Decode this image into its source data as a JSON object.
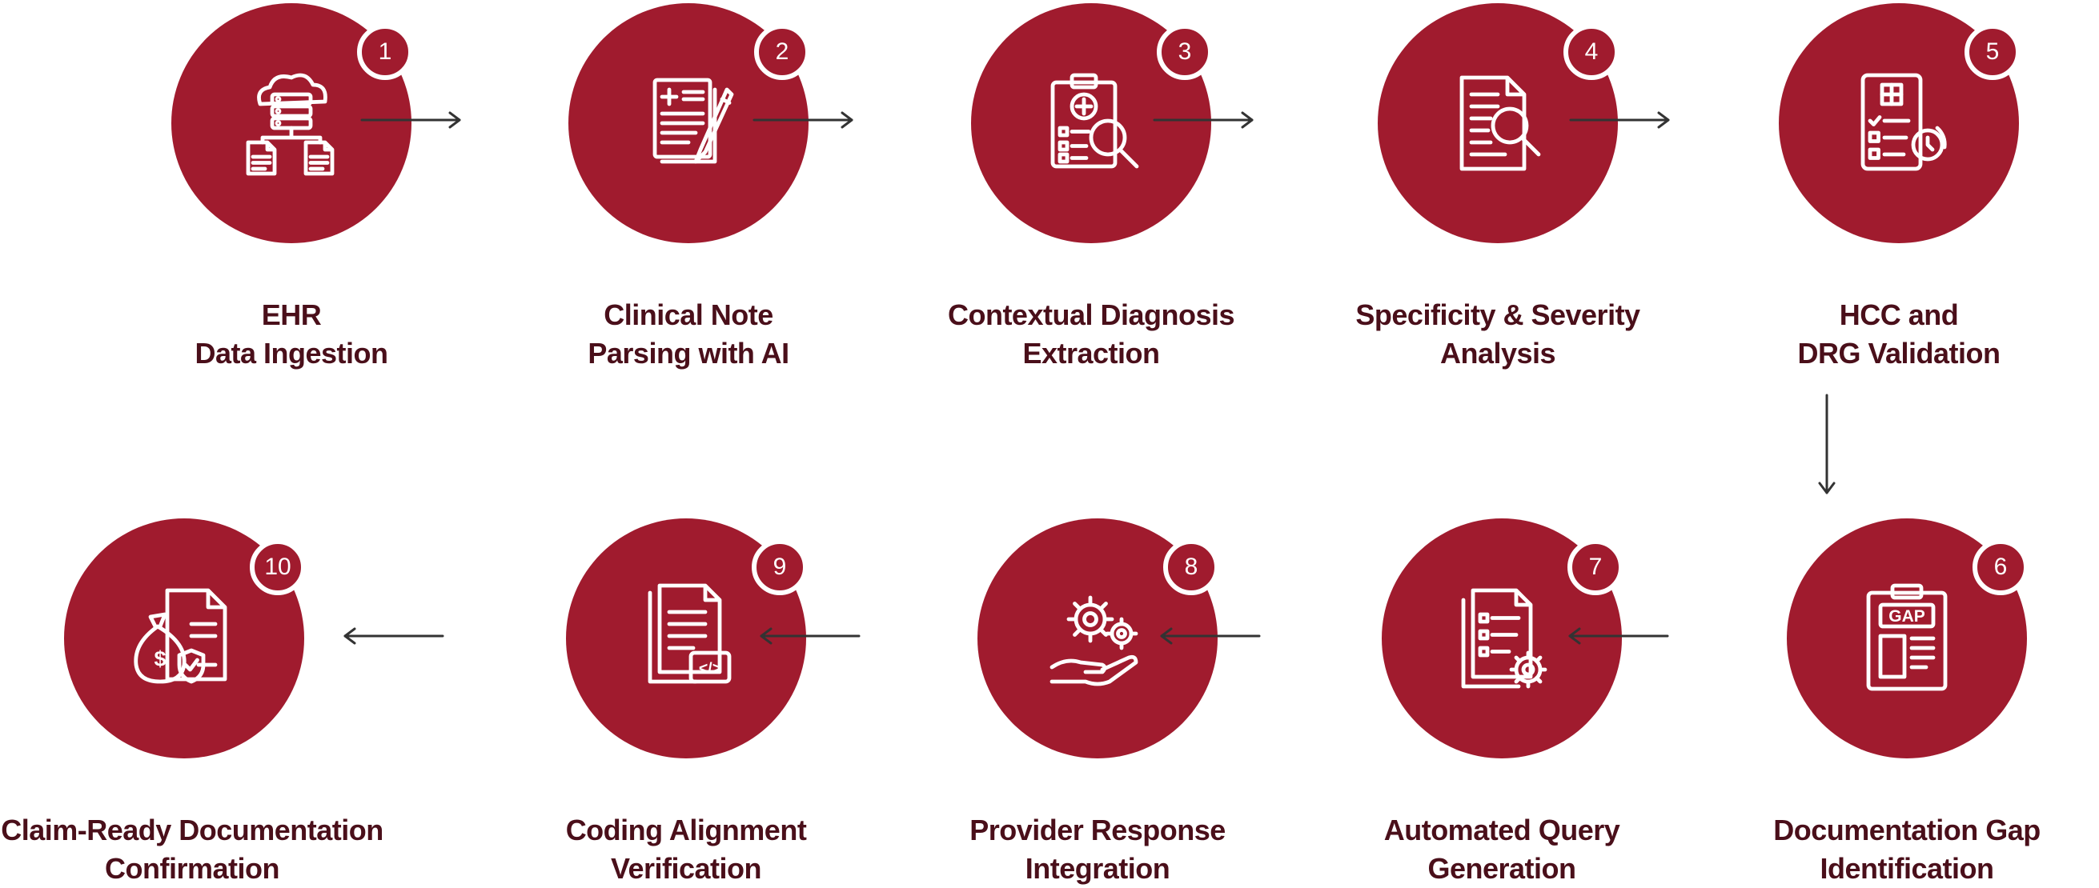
{
  "steps": [
    {
      "number": "1",
      "label_lines": [
        "EHR",
        "Data Ingestion"
      ],
      "icon": "cloud-server-documents-icon"
    },
    {
      "number": "2",
      "label_lines": [
        "Clinical Note",
        "Parsing with AI"
      ],
      "icon": "medical-notes-pen-icon"
    },
    {
      "number": "3",
      "label_lines": [
        "Contextual Diagnosis",
        "Extraction"
      ],
      "icon": "clipboard-magnifier-icon"
    },
    {
      "number": "4",
      "label_lines": [
        "Specificity & Severity",
        "Analysis"
      ],
      "icon": "document-magnifier-icon"
    },
    {
      "number": "5",
      "label_lines": [
        "HCC and",
        "DRG Validation"
      ],
      "icon": "medical-checklist-clock-icon"
    },
    {
      "number": "6",
      "label_lines": [
        "Documentation Gap",
        "Identification"
      ],
      "icon": "gap-clipboard-icon"
    },
    {
      "number": "7",
      "label_lines": [
        "Automated Query",
        "Generation"
      ],
      "icon": "documents-gear-icon"
    },
    {
      "number": "8",
      "label_lines": [
        "Provider Response",
        "Integration"
      ],
      "icon": "hand-gears-icon"
    },
    {
      "number": "9",
      "label_lines": [
        "Coding Alignment",
        "Verification"
      ],
      "icon": "documents-code-icon"
    },
    {
      "number": "10",
      "label_lines": [
        "Claim-Ready Documentation",
        "Confirmation"
      ],
      "icon": "money-bag-shield-document-icon"
    }
  ],
  "icon_text": {
    "gap": "GAP",
    "dollar": "$",
    "code": "</>"
  },
  "colors": {
    "circle": "#a01b2e",
    "label": "#4a0f1a",
    "arrow": "#333333",
    "badge_border": "#ffffff"
  }
}
